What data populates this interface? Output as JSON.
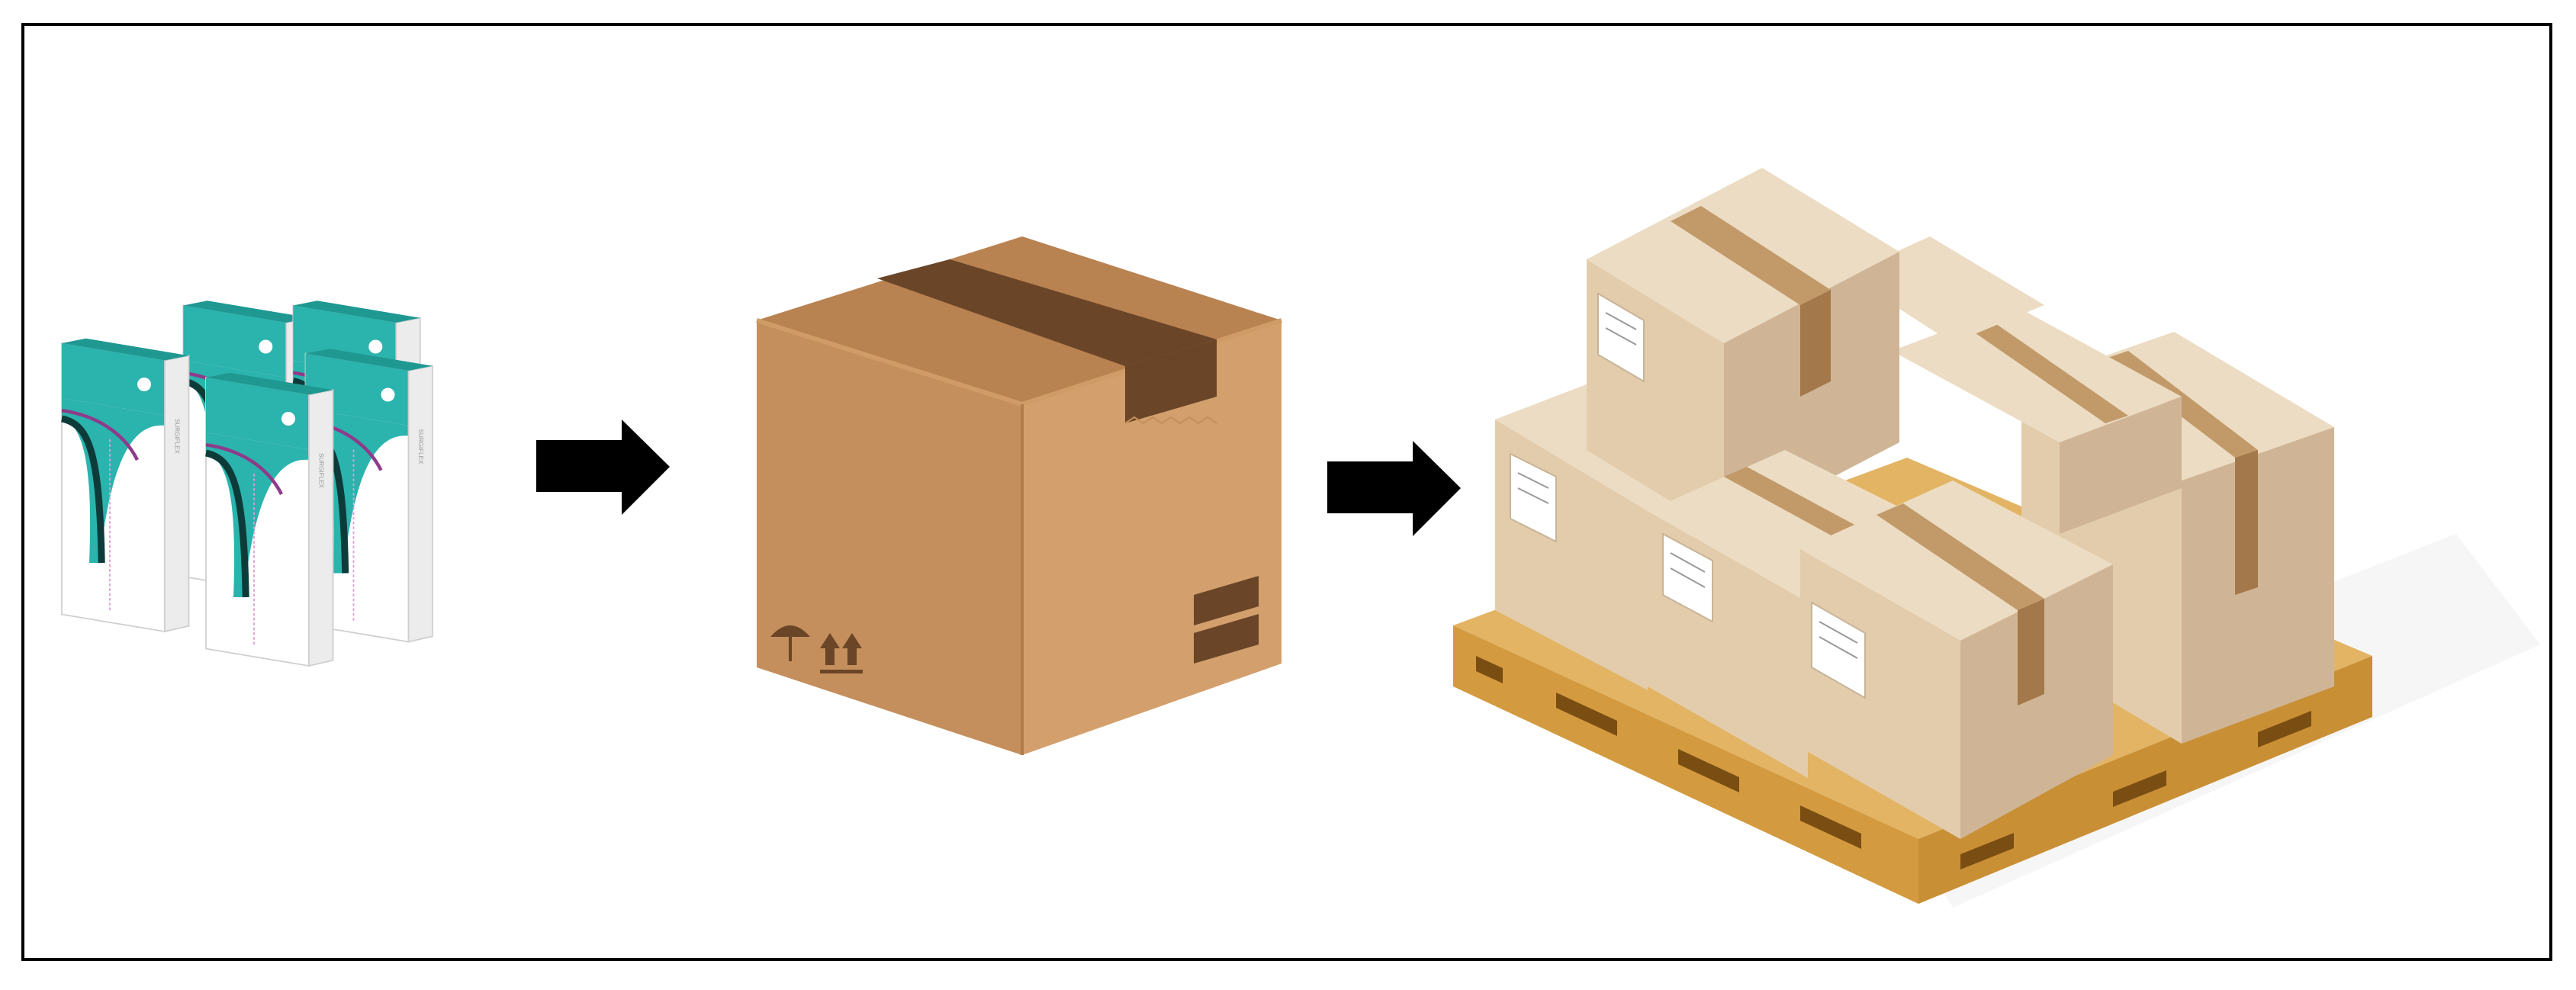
{
  "diagram": {
    "steps": [
      {
        "id": "retail-packages",
        "icon": "product-packages-icon"
      },
      {
        "id": "shipping-case",
        "icon": "cardboard-box-icon"
      },
      {
        "id": "pallet-load",
        "icon": "pallet-of-boxes-icon"
      }
    ],
    "connectors": [
      "arrow-right-icon",
      "arrow-right-icon"
    ],
    "package_brand_text": "SURGIFLEX",
    "colors": {
      "package_teal": "#2bb3ad",
      "package_white": "#f1f1f1",
      "package_accent": "#8e3b8a",
      "box_front": "#c48f5d",
      "box_side": "#d3a06d",
      "box_top": "#b98251",
      "tape": "#6a4528",
      "pallet_box": "#e3ccac",
      "pallet_wood": "#d7a14c",
      "arrow": "#000000"
    }
  }
}
